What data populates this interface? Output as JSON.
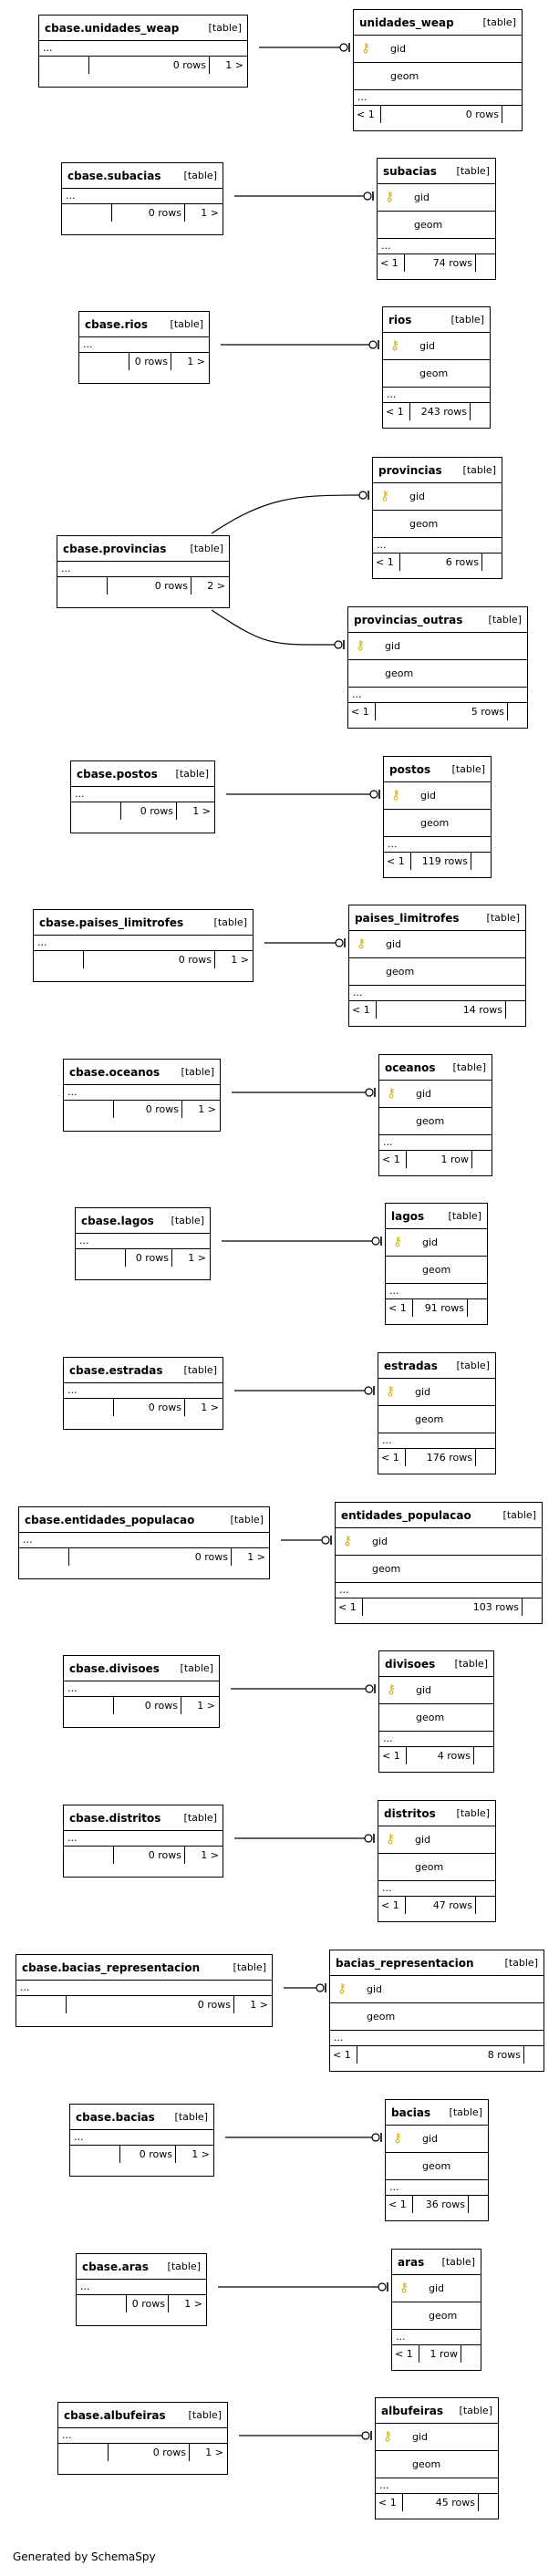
{
  "credit": "Generated by SchemaSpy",
  "type_label": "[table]",
  "ellipsis": "...",
  "nav": {
    "prev": "< 1",
    "next": "1 >",
    "next_2": "2 >"
  },
  "pairs": [
    {
      "source": "cbase.unidades_weap",
      "src_rows": "0 rows",
      "targets": [
        {
          "name": "unidades_weap",
          "rows": "0 rows",
          "pk": "gid",
          "col": "geom"
        }
      ]
    },
    {
      "source": "cbase.subacias",
      "src_rows": "0 rows",
      "targets": [
        {
          "name": "subacias",
          "rows": "74 rows",
          "pk": "gid",
          "col": "geom"
        }
      ]
    },
    {
      "source": "cbase.rios",
      "src_rows": "0 rows",
      "targets": [
        {
          "name": "rios",
          "rows": "243 rows",
          "pk": "gid",
          "col": "geom"
        }
      ]
    },
    {
      "source": "cbase.provincias",
      "src_rows": "0 rows",
      "targets": [
        {
          "name": "provincias",
          "rows": "6 rows",
          "pk": "gid",
          "col": "geom"
        },
        {
          "name": "provincias_outras",
          "rows": "5 rows",
          "pk": "gid",
          "col": "geom"
        }
      ]
    },
    {
      "source": "cbase.postos",
      "src_rows": "0 rows",
      "targets": [
        {
          "name": "postos",
          "rows": "119 rows",
          "pk": "gid",
          "col": "geom"
        }
      ]
    },
    {
      "source": "cbase.paises_limitrofes",
      "src_rows": "0 rows",
      "targets": [
        {
          "name": "paises_limitrofes",
          "rows": "14 rows",
          "pk": "gid",
          "col": "geom"
        }
      ]
    },
    {
      "source": "cbase.oceanos",
      "src_rows": "0 rows",
      "targets": [
        {
          "name": "oceanos",
          "rows": "1 row",
          "pk": "gid",
          "col": "geom"
        }
      ]
    },
    {
      "source": "cbase.lagos",
      "src_rows": "0 rows",
      "targets": [
        {
          "name": "lagos",
          "rows": "91 rows",
          "pk": "gid",
          "col": "geom"
        }
      ]
    },
    {
      "source": "cbase.estradas",
      "src_rows": "0 rows",
      "targets": [
        {
          "name": "estradas",
          "rows": "176 rows",
          "pk": "gid",
          "col": "geom"
        }
      ]
    },
    {
      "source": "cbase.entidades_populacao",
      "src_rows": "0 rows",
      "targets": [
        {
          "name": "entidades_populacao",
          "rows": "103 rows",
          "pk": "gid",
          "col": "geom"
        }
      ]
    },
    {
      "source": "cbase.divisoes",
      "src_rows": "0 rows",
      "targets": [
        {
          "name": "divisoes",
          "rows": "4 rows",
          "pk": "gid",
          "col": "geom"
        }
      ]
    },
    {
      "source": "cbase.distritos",
      "src_rows": "0 rows",
      "targets": [
        {
          "name": "distritos",
          "rows": "47 rows",
          "pk": "gid",
          "col": "geom"
        }
      ]
    },
    {
      "source": "cbase.bacias_representacion",
      "src_rows": "0 rows",
      "targets": [
        {
          "name": "bacias_representacion",
          "rows": "8 rows",
          "pk": "gid",
          "col": "geom"
        }
      ]
    },
    {
      "source": "cbase.bacias",
      "src_rows": "0 rows",
      "targets": [
        {
          "name": "bacias",
          "rows": "36 rows",
          "pk": "gid",
          "col": "geom"
        }
      ]
    },
    {
      "source": "cbase.aras",
      "src_rows": "0 rows",
      "targets": [
        {
          "name": "aras",
          "rows": "1 row",
          "pk": "gid",
          "col": "geom"
        }
      ]
    },
    {
      "source": "cbase.albufeiras",
      "src_rows": "0 rows",
      "targets": [
        {
          "name": "albufeiras",
          "rows": "45 rows",
          "pk": "gid",
          "col": "geom"
        }
      ]
    }
  ]
}
